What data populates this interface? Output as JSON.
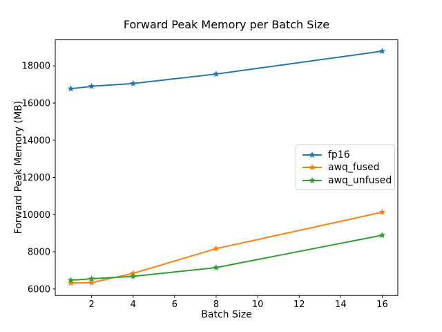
{
  "chart_data": {
    "type": "line",
    "title": "Forward Peak Memory per Batch Size",
    "xlabel": "Batch Size",
    "ylabel": "Forward Peak Memory (MB)",
    "x": [
      1,
      2,
      4,
      8,
      16
    ],
    "series": [
      {
        "name": "fp16",
        "color": "#1f77b4",
        "marker": "star",
        "values": [
          16770,
          16900,
          17050,
          17560,
          18790
        ]
      },
      {
        "name": "awq_fused",
        "color": "#ff7f0e",
        "marker": "star",
        "values": [
          6320,
          6340,
          6840,
          8170,
          10130
        ]
      },
      {
        "name": "awq_unfused",
        "color": "#2ca02c",
        "marker": "star",
        "values": [
          6470,
          6550,
          6680,
          7150,
          8890
        ]
      }
    ],
    "xticks": [
      2,
      4,
      6,
      8,
      10,
      12,
      14,
      16
    ],
    "yticks": [
      6000,
      8000,
      10000,
      12000,
      14000,
      16000,
      18000
    ],
    "xlim": [
      0.25,
      16.75
    ],
    "ylim": [
      5650,
      19400
    ],
    "grid": false,
    "legend_position": "center right",
    "axis_color": "#000000",
    "background_color": "#ffffff"
  }
}
